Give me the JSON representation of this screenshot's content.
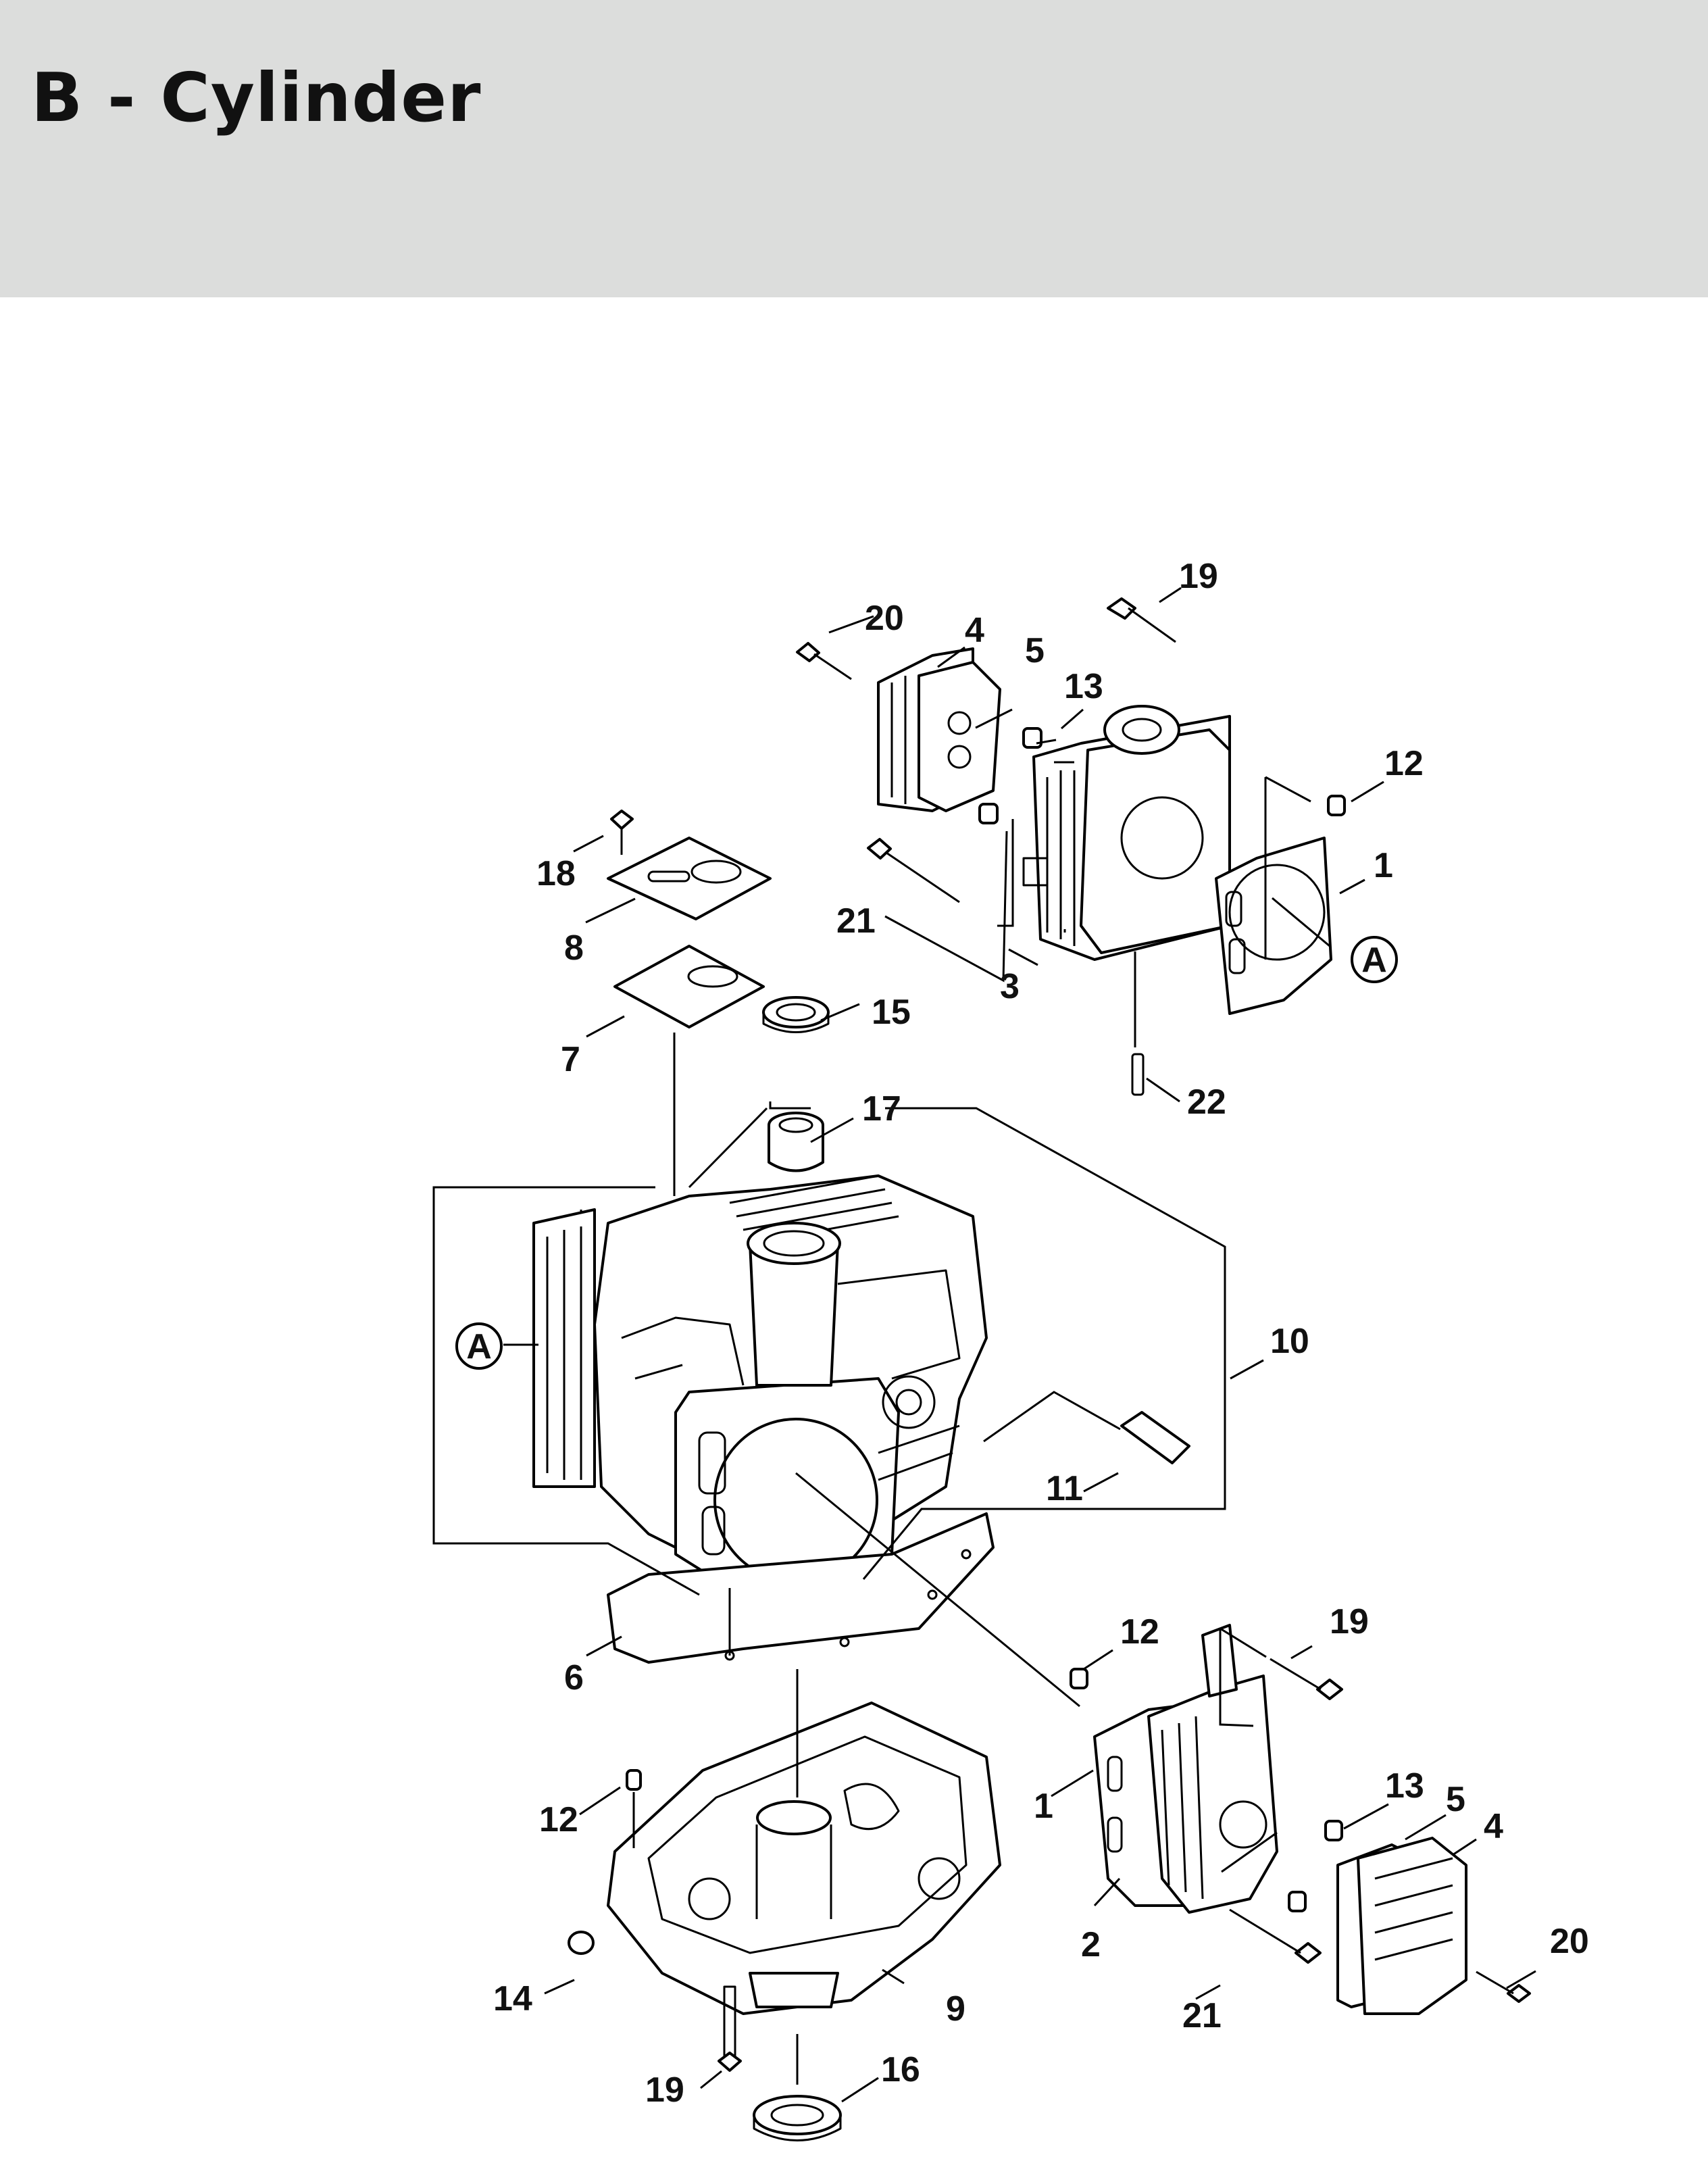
{
  "title": "B - Cylinder",
  "callouts": [
    {
      "id": "c20a",
      "label": "20"
    },
    {
      "id": "c4a",
      "label": "4"
    },
    {
      "id": "c5a",
      "label": "5"
    },
    {
      "id": "c13a",
      "label": "13"
    },
    {
      "id": "c19a",
      "label": "19"
    },
    {
      "id": "c12a",
      "label": "12"
    },
    {
      "id": "c1a",
      "label": "1"
    },
    {
      "id": "cAa",
      "label": "A"
    },
    {
      "id": "c18",
      "label": "18"
    },
    {
      "id": "c8",
      "label": "8"
    },
    {
      "id": "c21a",
      "label": "21"
    },
    {
      "id": "c3",
      "label": "3"
    },
    {
      "id": "c7",
      "label": "7"
    },
    {
      "id": "c15",
      "label": "15"
    },
    {
      "id": "c22",
      "label": "22"
    },
    {
      "id": "c17",
      "label": "17"
    },
    {
      "id": "cAb",
      "label": "A"
    },
    {
      "id": "c10",
      "label": "10"
    },
    {
      "id": "c11",
      "label": "11"
    },
    {
      "id": "c6",
      "label": "6"
    },
    {
      "id": "c12b",
      "label": "12"
    },
    {
      "id": "c19b",
      "label": "19"
    },
    {
      "id": "c12c",
      "label": "12"
    },
    {
      "id": "c1b",
      "label": "1"
    },
    {
      "id": "c13b",
      "label": "13"
    },
    {
      "id": "c5b",
      "label": "5"
    },
    {
      "id": "c4b",
      "label": "4"
    },
    {
      "id": "c14",
      "label": "14"
    },
    {
      "id": "c9",
      "label": "9"
    },
    {
      "id": "c2",
      "label": "2"
    },
    {
      "id": "c20b",
      "label": "20"
    },
    {
      "id": "c21b",
      "label": "21"
    },
    {
      "id": "c19c",
      "label": "19"
    },
    {
      "id": "c16",
      "label": "16"
    }
  ]
}
